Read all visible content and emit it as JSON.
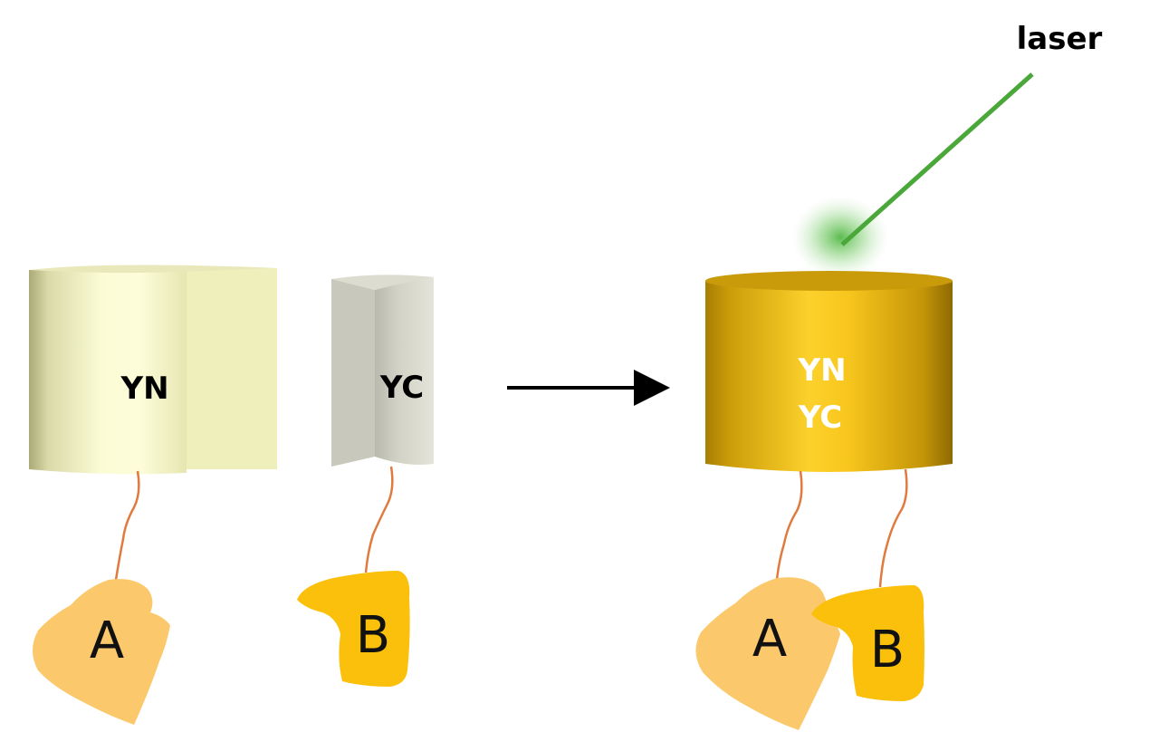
{
  "labels": {
    "laser": "laser",
    "yn_left": "YN",
    "yc_left": "YC",
    "yn_complex": "YN",
    "yc_complex": "YC",
    "protein_a_left": "A",
    "protein_b_left": "B",
    "protein_a_right": "A",
    "protein_b_right": "B"
  },
  "colors": {
    "yn_fragment": "#f0efbf",
    "yc_fragment": "#d4d4c8",
    "complex": "#d9a80c",
    "protein_a": "#fbc86b",
    "protein_b": "#fbc00c",
    "linker": "#e07a3e",
    "laser": "#4aa83a",
    "arrow": "#000000"
  }
}
